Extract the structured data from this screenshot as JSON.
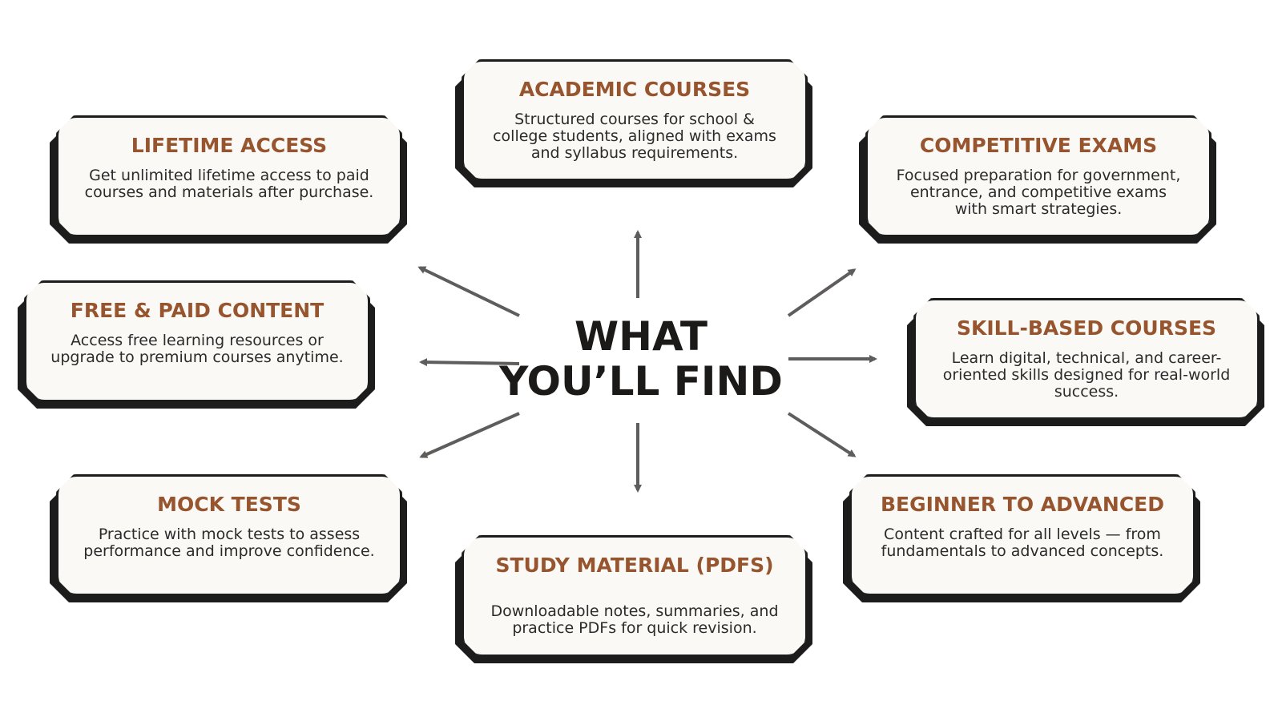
{
  "center": {
    "line1": "WHAT",
    "line2": "YOU’LL FIND"
  },
  "cards": {
    "academic": {
      "title": "ACADEMIC COURSES",
      "desc": "Structured courses for school & college students, aligned with exams and syllabus requirements."
    },
    "lifetime": {
      "title": "LIFETIME ACCESS",
      "desc": "Get unlimited lifetime access to paid courses and materials after purchase."
    },
    "competitive": {
      "title": "COMPETITIVE EXAMS",
      "desc": "Focused preparation for government, entrance, and competitive exams with smart strategies."
    },
    "free_paid": {
      "title": "FREE & PAID CONTENT",
      "desc": "Access free learning resources or upgrade to premium courses anytime."
    },
    "skill": {
      "title": "SKILL-BASED COURSES",
      "desc": "Learn digital, technical, and career-oriented skills designed for real-world success."
    },
    "mock": {
      "title": "MOCK TESTS",
      "desc": "Practice with mock tests to assess performance and improve confidence."
    },
    "study": {
      "title": "STUDY MATERIAL (PDFS)",
      "desc": "Downloadable notes, summaries, and practice PDFs for quick revision."
    },
    "beginner": {
      "title": "BEGINNER TO ADVANCED",
      "desc": "Content crafted for all levels — from fundamentals to advanced concepts."
    }
  },
  "colors": {
    "title": "#96552f",
    "text": "#2b2b2b",
    "card_bg": "#fbf9f5",
    "border": "#1c1c1c",
    "arrow": "#5f5d5c"
  }
}
